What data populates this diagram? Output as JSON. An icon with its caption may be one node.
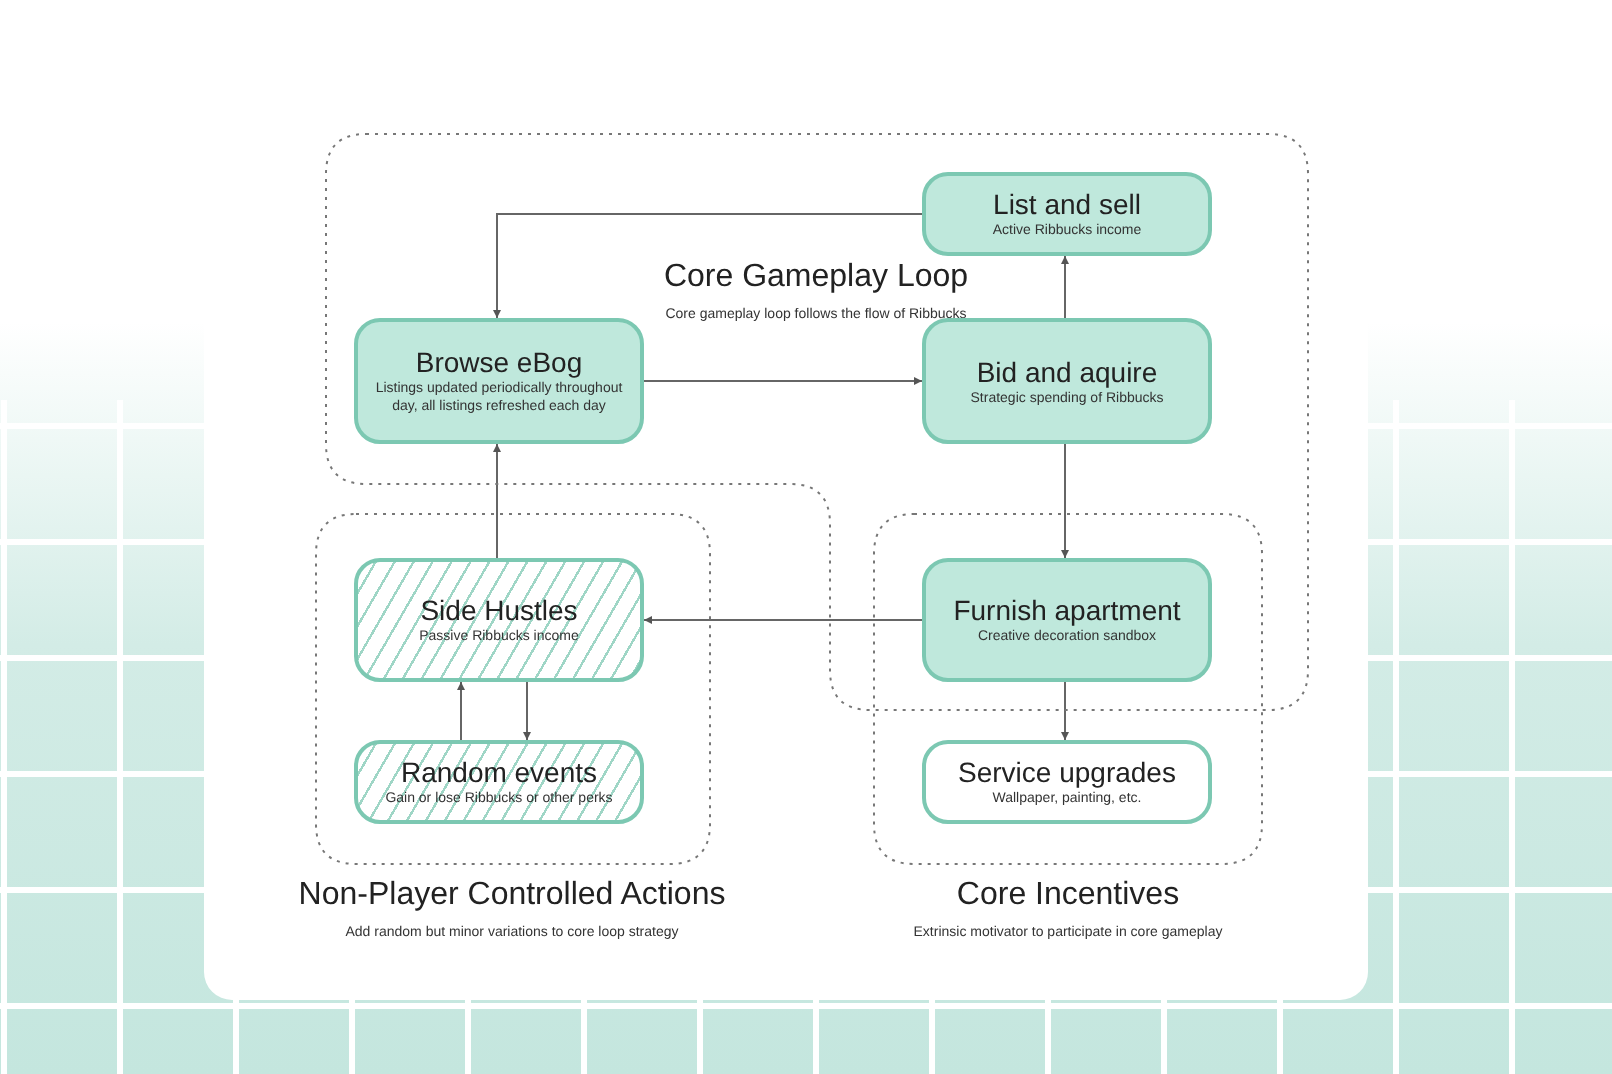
{
  "diagram": {
    "nodes": [
      {
        "text": [
          "Core Gameplay Loop",
          "Core gameplay loop follows the flow of Ribbucks"
        ]
      },
      {
        "text": [
          "List and sell",
          "Active Ribbucks income"
        ],
        "in": 0
      },
      {
        "text": [
          "Browse eBog",
          "Listings updated periodically throughout day, all listings refreshed each day"
        ],
        "in": 0
      },
      {
        "text": [
          "Bid and aquire",
          "Strategic spending of Ribbucks"
        ],
        "in": 0
      },
      {
        "text": [
          "Non-Player Controlled Actions",
          "Add random but minor variations to core loop strategy"
        ]
      },
      {
        "text": [
          "Side Hustles",
          "Passive Ribbucks income"
        ],
        "in": 4
      },
      {
        "text": [
          "Random events",
          "Gain or lose Ribbucks or other perks"
        ],
        "in": 4
      },
      {
        "text": [
          "Core Incentives",
          "Extrinsic motivator to participate in core gameplay"
        ]
      },
      {
        "text": [
          "Furnish apartment",
          "Creative decoration sandbox"
        ]
      },
      {
        "text": [
          "Service upgrades",
          "Wallpaper, painting, etc."
        ],
        "in": 7
      }
    ],
    "edges": [
      {
        "from": 1,
        "to": 2,
        "arrow": "to"
      },
      {
        "from": 2,
        "to": 3,
        "arrow": "to"
      },
      {
        "from": 3,
        "to": 1,
        "arrow": "to"
      },
      {
        "from": 3,
        "to": 8,
        "arrow": "to"
      },
      {
        "from": 8,
        "to": 5,
        "arrow": "to"
      },
      {
        "from": 5,
        "to": 2,
        "arrow": "to"
      },
      {
        "from": 6,
        "to": 5,
        "arrow": "to"
      },
      {
        "from": 5,
        "to": 6,
        "arrow": "to"
      },
      {
        "from": 8,
        "to": 9,
        "arrow": "to"
      }
    ]
  }
}
